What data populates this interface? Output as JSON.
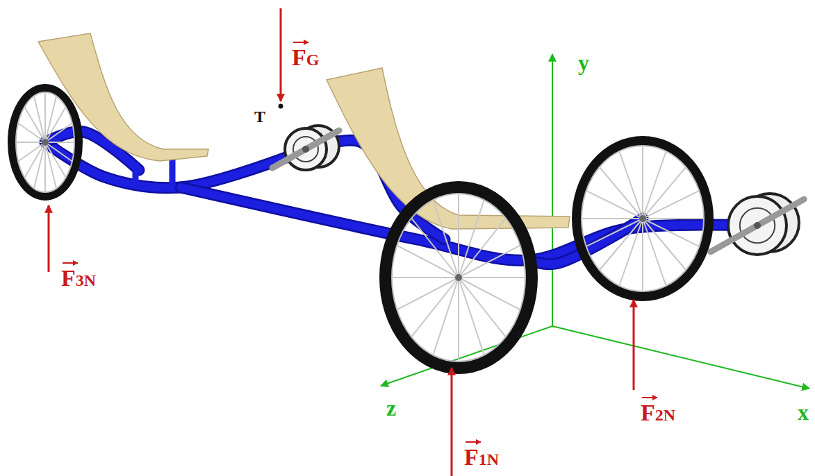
{
  "diagram": {
    "labels": [
      "FG",
      "T",
      "y",
      "F3N",
      "z",
      "F1N",
      "F2N",
      "x"
    ]
  }
}
